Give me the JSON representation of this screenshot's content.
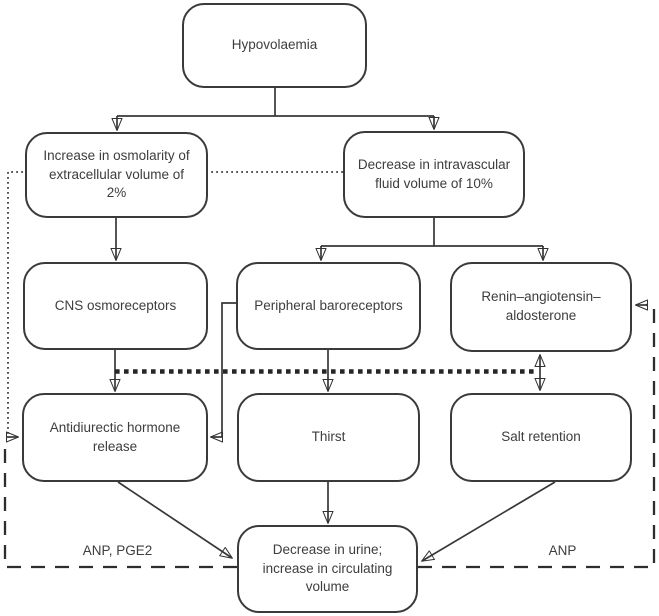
{
  "diagram_colors": {
    "background": "#ffffff",
    "box_border": "#3a3a3a",
    "line": "#373737",
    "text": "#3d3d3d"
  },
  "nodes": {
    "hypovolaemia": {
      "label": "Hypovolaemia"
    },
    "osmolarity": {
      "label": "Increase in osmolarity of\nextracellular volume of\n2%"
    },
    "intravascular": {
      "label": "Decrease in intravascular\nfluid volume of 10%"
    },
    "cns": {
      "label": "CNS osmoreceptors"
    },
    "peripheral": {
      "label": "Peripheral baroreceptors"
    },
    "renin": {
      "label": "Renin–angiotensin–\naldosterone"
    },
    "adh": {
      "label": "Antidiurectic hormone\nrelease"
    },
    "thirst": {
      "label": "Thirst"
    },
    "salt": {
      "label": "Salt retention"
    },
    "urine": {
      "label": "Decrease in urine;\nincrease in circulating\nvolume"
    }
  },
  "annotations": {
    "left_feedback": "ANP, PGE2",
    "right_feedback": "ANP"
  },
  "edges": [
    {
      "from": "hypovolaemia",
      "to": "osmolarity",
      "style": "solid-arrow"
    },
    {
      "from": "hypovolaemia",
      "to": "intravascular",
      "style": "solid-arrow"
    },
    {
      "from": "osmolarity",
      "to": "cns",
      "style": "solid-arrow"
    },
    {
      "from": "intravascular",
      "to": "peripheral",
      "style": "solid-arrow"
    },
    {
      "from": "intravascular",
      "to": "renin",
      "style": "solid-arrow"
    },
    {
      "from": "cns",
      "to": "adh",
      "style": "solid-arrow"
    },
    {
      "from": "peripheral",
      "to": "thirst",
      "style": "solid-arrow"
    },
    {
      "from": "peripheral",
      "to": "adh",
      "style": "solid-arrow"
    },
    {
      "from": "adh",
      "to": "urine",
      "style": "solid-arrow"
    },
    {
      "from": "thirst",
      "to": "urine",
      "style": "solid-arrow"
    },
    {
      "from": "salt",
      "to": "urine",
      "style": "solid-arrow"
    },
    {
      "from": "renin",
      "to": "salt",
      "style": "double-headed-arrow"
    },
    {
      "from": "intravascular",
      "to": "adh",
      "style": "fine-dotted-arrow"
    },
    {
      "from": "adh-line",
      "to": "renin-salt-line",
      "style": "heavy-dotted"
    },
    {
      "from": "urine",
      "to": "adh",
      "style": "heavy-dashed-arrow",
      "label": "ANP, PGE2"
    },
    {
      "from": "urine",
      "to": "renin",
      "style": "heavy-dashed-arrow",
      "label": "ANP"
    }
  ]
}
